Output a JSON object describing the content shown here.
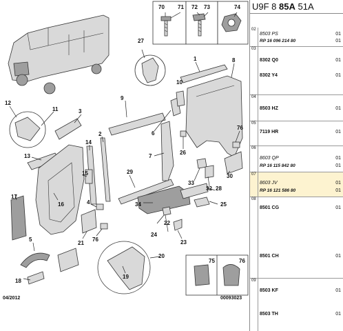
{
  "header": {
    "prefix": "U9F 8 ",
    "model": "85A",
    "suffix": " 51A"
  },
  "callouts": [
    "70",
    "71",
    "72",
    "73",
    "74",
    "8",
    "27",
    "1",
    "12",
    "11",
    "3",
    "9",
    "6",
    "76",
    "2",
    "14",
    "13",
    "7",
    "26",
    "10",
    "15",
    "29",
    "33",
    "30",
    "32",
    "17",
    "16",
    "4",
    "28",
    "34",
    "25",
    "21",
    "22",
    "24",
    "76",
    "5",
    "20",
    "23",
    "19",
    "18",
    "75",
    "76"
  ],
  "footer": {
    "date": "04/2012",
    "ref": "00093023"
  },
  "parts": [
    {
      "idx": "02",
      "lines": [
        {
          "ref": "8503 PS",
          "italic": true,
          "qty": "01"
        },
        {
          "rp": "RP 16 096 214 80",
          "qty": "01"
        }
      ]
    },
    {
      "idx": "03",
      "lines": [
        {
          "ref": "8302 Q0",
          "italic": false,
          "qty": "01"
        },
        {
          "ref": "8302 Y4",
          "italic": false,
          "qty": "01"
        }
      ]
    },
    {
      "idx": "04",
      "lines": [
        {
          "ref": "8503 HZ",
          "italic": false,
          "qty": "01"
        }
      ]
    },
    {
      "idx": "05",
      "lines": [
        {
          "ref": "7119 HR",
          "italic": false,
          "qty": "01"
        }
      ]
    },
    {
      "idx": "06",
      "lines": [
        {
          "ref": "8603 QP",
          "italic": true,
          "qty": "01"
        },
        {
          "rp": "RP 16 115 842 80",
          "qty": "01"
        }
      ]
    },
    {
      "idx": "07",
      "lines": [
        {
          "ref": "8603 JV",
          "italic": true,
          "qty": "01"
        },
        {
          "rp": "RP 16 121 586 80",
          "qty": "01"
        }
      ]
    },
    {
      "idx": "08",
      "lines": [
        {
          "ref": "8501 CG",
          "italic": false,
          "qty": "01"
        },
        {
          "ref": "8501 CH",
          "italic": false,
          "qty": "01"
        }
      ]
    },
    {
      "idx": "09",
      "lines": [
        {
          "ref": "8503 KF",
          "italic": false,
          "qty": "01"
        },
        {
          "ref": "8503 TH",
          "italic": false,
          "qty": "01"
        }
      ]
    }
  ]
}
